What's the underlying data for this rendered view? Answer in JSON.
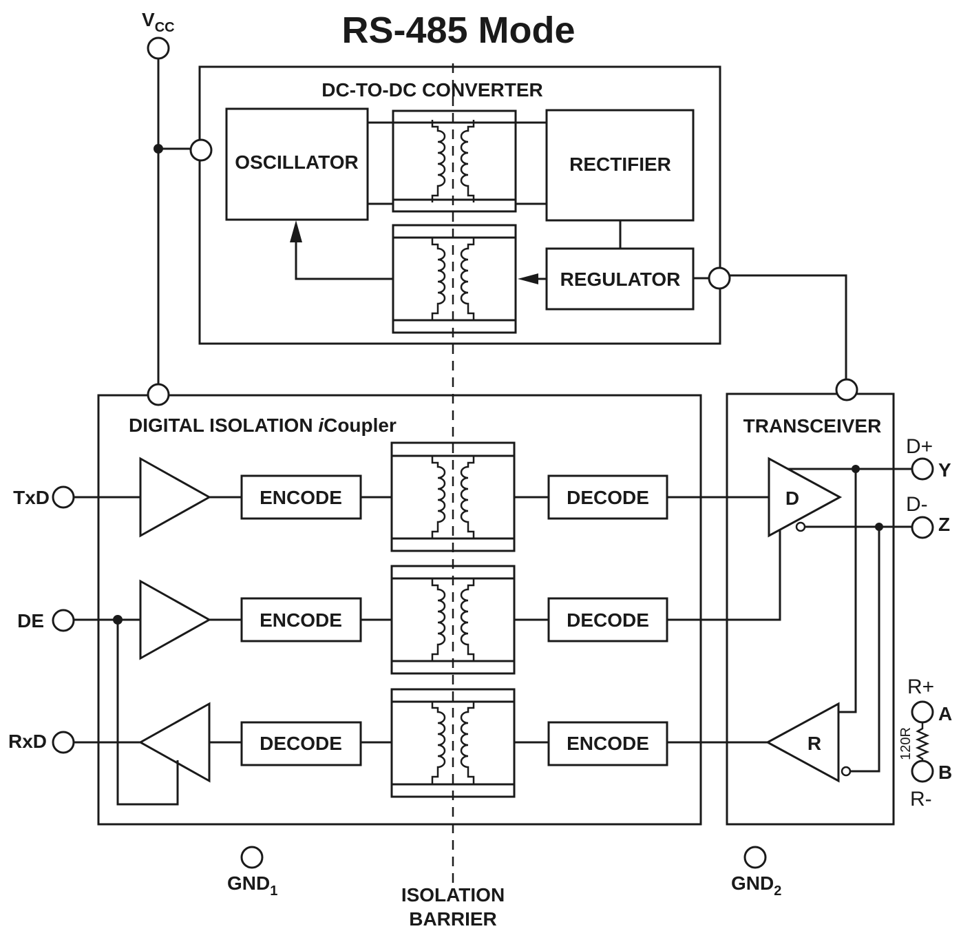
{
  "title": "RS-485 Mode",
  "vcc": {
    "main": "V",
    "sub": "CC"
  },
  "dcdc": {
    "label": "DC-TO-DC CONVERTER",
    "oscillator": "OSCILLATOR",
    "rectifier": "RECTIFIER",
    "regulator": "REGULATOR"
  },
  "isolation": {
    "label_pre": "DIGITAL ISOLATION ",
    "label_em": "i",
    "label_post": "Coupler"
  },
  "channels": [
    {
      "pin": "TxD",
      "left": "ENCODE",
      "right": "DECODE"
    },
    {
      "pin": "DE",
      "left": "ENCODE",
      "right": "DECODE"
    },
    {
      "pin": "RxD",
      "left": "DECODE",
      "right": "ENCODE"
    }
  ],
  "transceiver": {
    "label": "TRANSCEIVER",
    "driver": "D",
    "receiver": "R"
  },
  "outputs": {
    "d_plus": "D+",
    "d_minus": "D-",
    "y": "Y",
    "z": "Z",
    "r_plus": "R+",
    "r_minus": "R-",
    "a": "A",
    "b": "B",
    "resistor": "120R"
  },
  "grounds": {
    "gnd1": {
      "main": "GND",
      "sub": "1"
    },
    "gnd2": {
      "main": "GND",
      "sub": "2"
    }
  },
  "barrier": {
    "line1": "ISOLATION",
    "line2": "BARRIER"
  }
}
